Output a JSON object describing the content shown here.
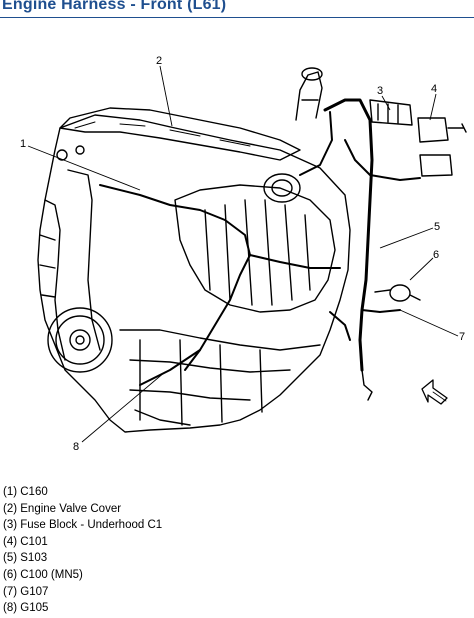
{
  "title": "Engine Harness - Front (L61)",
  "callouts": [
    "1",
    "2",
    "3",
    "4",
    "5",
    "6",
    "7",
    "8"
  ],
  "legend": [
    "(1) C160",
    "(2) Engine Valve Cover",
    "(3) Fuse Block - Underhood C1",
    "(4) C101",
    "(5) S103",
    "(6) C100 (MN5)",
    "(7) G107",
    "(8) G105"
  ]
}
